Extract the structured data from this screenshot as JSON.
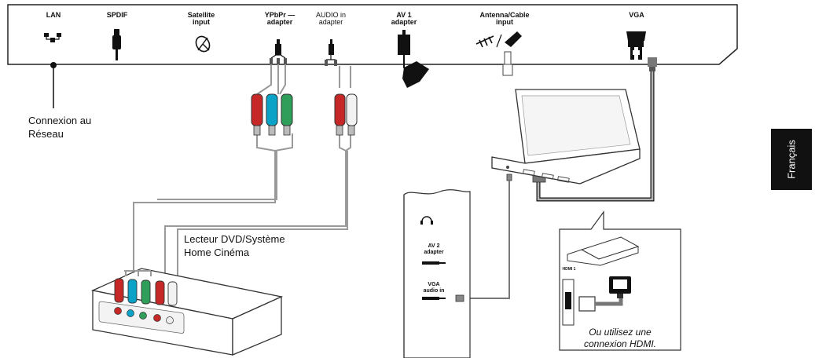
{
  "ports": [
    {
      "id": "lan",
      "line1": "LAN",
      "line2": "",
      "icon": "network-icon"
    },
    {
      "id": "spdif",
      "line1": "SPDIF",
      "line2": "",
      "icon": "rca-plug-icon"
    },
    {
      "id": "satellite",
      "line1": "Satellite",
      "line2": "input",
      "icon": "satellite-dish-icon"
    },
    {
      "id": "ypbpr",
      "line1": "YPbPr —",
      "line2": "adapter",
      "icon": "ypbpr-adapter-icon"
    },
    {
      "id": "audio",
      "line1": "AUDIO in",
      "line2": "adapter",
      "icon": "audio-adapter-icon"
    },
    {
      "id": "av1",
      "line1": "AV 1",
      "line2": "adapter",
      "icon": "scart-adapter-icon"
    },
    {
      "id": "antenna",
      "line1": "Antenna/Cable",
      "line2": "input",
      "icon": "antenna-icon"
    },
    {
      "id": "vga",
      "line1": "VGA",
      "line2": "",
      "icon": "vga-port-icon"
    }
  ],
  "network_label": [
    "Connexion au",
    "Réseau"
  ],
  "dvd_label": [
    "Lecteur DVD/Système",
    "Home Cinéma"
  ],
  "side_panel": {
    "headphone_icon": "headphone-icon",
    "av2": [
      "AV 2",
      "adapter"
    ],
    "vga_audio": [
      "VGA",
      "audio in"
    ]
  },
  "hdmi_callout": {
    "port_label": "HDMI 1",
    "note": [
      "Ou utilisez une",
      "connexion HDMI."
    ]
  },
  "language_tab": "Français"
}
